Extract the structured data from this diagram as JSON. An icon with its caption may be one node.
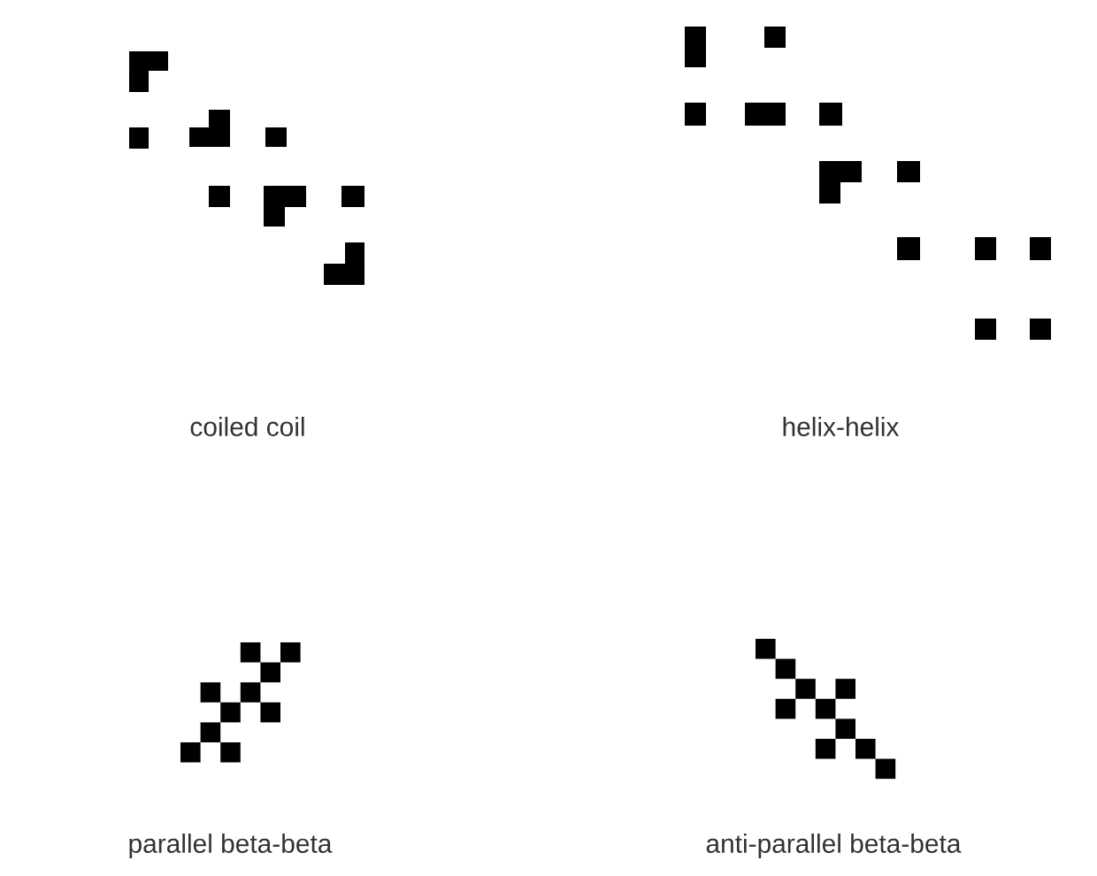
{
  "diagram": {
    "labels": [
      "coiled coil",
      "helix-helix",
      "parallel beta-beta",
      "anti-parallel beta-beta"
    ]
  }
}
